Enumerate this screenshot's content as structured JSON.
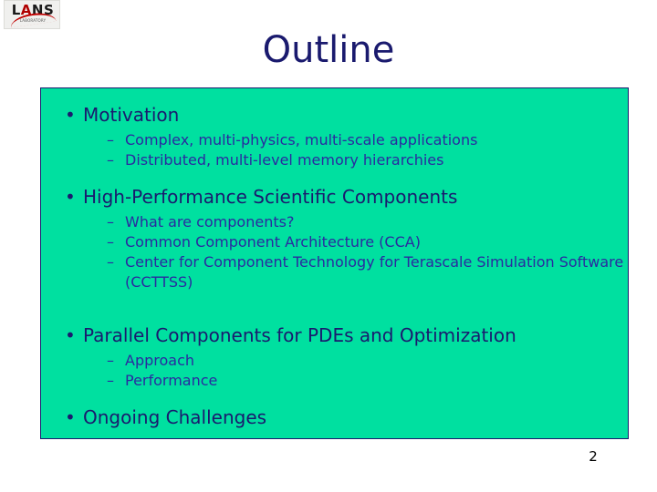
{
  "logo": {
    "text_left": "L",
    "text_accent": "A",
    "text_right": "NS",
    "subtitle": "LABORATORY"
  },
  "slide": {
    "title": "Outline",
    "page_number": "2",
    "bullet_level1": "•",
    "bullet_level2": "–",
    "box_color": "#00e0a0",
    "title_color": "#1a1a6e",
    "level1_color": "#1a1a6e",
    "level2_color": "#2a2aa0",
    "items": [
      {
        "label": "Motivation",
        "subitems": [
          "Complex, multi-physics, multi-scale applications",
          "Distributed, multi-level memory hierarchies"
        ]
      },
      {
        "label": "High-Performance Scientific Components",
        "subitems": [
          "What are components?",
          "Common Component Architecture (CCA)",
          "Center for Component Technology for Terascale Simulation Software (CCTTSS)"
        ]
      },
      {
        "label": "Parallel Components for PDEs and Optimization",
        "subitems": [
          "Approach",
          "Performance"
        ]
      },
      {
        "label": "Ongoing Challenges",
        "subitems": []
      }
    ]
  }
}
